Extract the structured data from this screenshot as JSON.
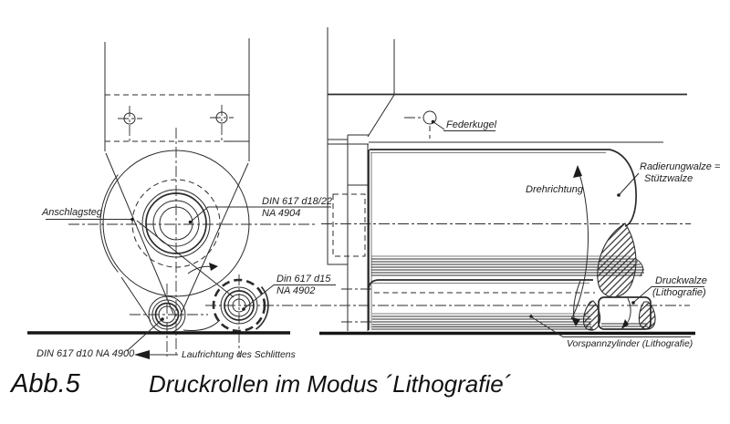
{
  "figure_caption": {
    "number": "Abb.5",
    "title": "Druckrollen im Modus ´Lithografie´"
  },
  "left_view": {
    "labels": {
      "anschlagsteg": "Anschlagsteg",
      "bearing_top_line1": "DIN 617 d18/22",
      "bearing_top_line2": "NA 4904",
      "bearing_right_line1": "Din 617 d15",
      "bearing_right_line2": "NA 4902",
      "bearing_bottom": "DIN 617 d10 NA 4900",
      "travel_direction": "Laufrichtung des Schlittens"
    }
  },
  "right_view": {
    "labels": {
      "federkugel": "Federkugel",
      "drehrichtung": "Drehrichtung",
      "radierungwalze_line1": "Radierungwalze =",
      "radierungwalze_line2": "Stützwalze",
      "druckwalze_line1": "Druckwalze",
      "druckwalze_line2": "(Lithografie)",
      "vorspannzylinder": "Vorspannzylinder (Lithografie)"
    }
  },
  "colors": {
    "ink": "#2b2b2b",
    "paper": "#ffffff"
  }
}
